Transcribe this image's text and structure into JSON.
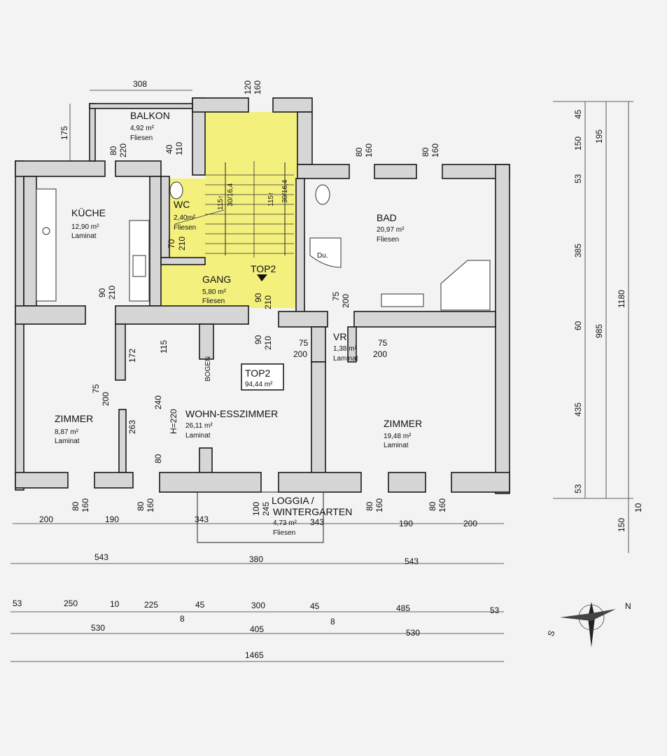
{
  "rooms": {
    "balkon": {
      "name": "BALKON",
      "area": "4,92 m²",
      "floor": "Fliesen"
    },
    "kueche": {
      "name": "KÜCHE",
      "area": "12,90 m²",
      "floor": "Laminat"
    },
    "wc": {
      "name": "WC",
      "area": "2,40m²",
      "floor": "Fliesen"
    },
    "gang": {
      "name": "GANG",
      "area": "5,80 m²",
      "floor": "Fliesen"
    },
    "bad": {
      "name": "BAD",
      "area": "20,97 m²",
      "floor": "Fliesen"
    },
    "vr": {
      "name": "VR",
      "area": "1,38 m²",
      "floor": "Laminat"
    },
    "zimmer_left": {
      "name": "ZIMMER",
      "area": "8,87 m²",
      "floor": "Laminat"
    },
    "wohn": {
      "name": "WOHN-ESSZIMMER",
      "area": "26,11 m²",
      "floor": "Laminat"
    },
    "zimmer_right": {
      "name": "ZIMMER",
      "area": "19,48 m²",
      "floor": "Laminat"
    },
    "loggia": {
      "name1": "LOGGIA /",
      "name2": "WINTERGARTEN",
      "area": "4,73 m²",
      "floor": "Fliesen"
    }
  },
  "labels": {
    "top2_stair": "TOP2",
    "top2_box": "TOP2",
    "top2_total": "94,44 m²",
    "shower": "Du.",
    "bogen": "BOGEN",
    "h220": "H=220",
    "stair1": "30/16,4",
    "stair1_count": "115↑",
    "stair2": "30/16,4",
    "stair2_count": "115↑",
    "compass_n": "N",
    "compass_s": "S"
  },
  "dims": {
    "top_308": "308",
    "top_120": "120",
    "top_160": "160",
    "left_175": "175",
    "k80": "80",
    "k220": "220",
    "w40": "40",
    "w110": "110",
    "b80": "80",
    "b160": "160",
    "b80b": "80",
    "b160b": "160",
    "wc70": "70",
    "wc210": "210",
    "k90": "90",
    "k210": "210",
    "g90": "90",
    "g210": "210",
    "bad75": "75",
    "bad200": "200",
    "w90": "90",
    "w210": "210",
    "vr75a": "75",
    "vr200a": "200",
    "vr75b": "75",
    "vr200b": "200",
    "z172": "172",
    "z115": "115",
    "z75": "75",
    "z200": "200",
    "z240": "240",
    "z263": "263",
    "z80": "80",
    "bot80a": "80",
    "bot160a": "160",
    "bot80b": "80",
    "bot160b": "160",
    "bot100": "100",
    "bot245": "245",
    "bot80c": "80",
    "bot160c": "160",
    "bot80d": "80",
    "bot160d": "160",
    "r1_200": "200",
    "r1_190": "190",
    "r1_343a": "343",
    "r1_343b": "343",
    "r1_190b": "190",
    "r1_200b": "200",
    "r2_543a": "543",
    "r2_380": "380",
    "r2_543b": "543",
    "r3_53a": "53",
    "r3_250": "250",
    "r3_10": "10",
    "r3_225": "225",
    "r3_45a": "45",
    "r3_300": "300",
    "r3_45b": "45",
    "r3_485": "485",
    "r3_53b": "53",
    "r3_8a": "8",
    "r3_8b": "8",
    "r4_530a": "530",
    "r4_405": "405",
    "r4_530b": "530",
    "r5_1465": "1465",
    "v_45": "45",
    "v_150": "150",
    "v_195": "195",
    "v_53": "53",
    "v_385": "385",
    "v_60": "60",
    "v_435": "435",
    "v_53b": "53",
    "v_985": "985",
    "v_1180": "1180",
    "v_150b": "150",
    "v_10": "10"
  }
}
